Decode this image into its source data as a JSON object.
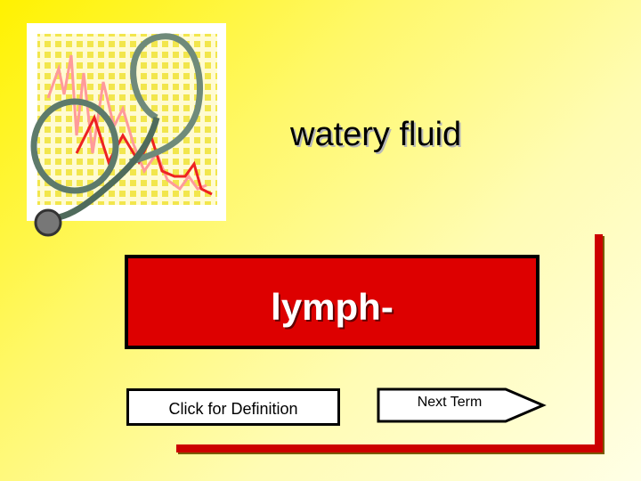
{
  "slide": {
    "definition": "watery fluid",
    "term": "lymph-",
    "definition_button_label": "Click for Definition",
    "next_button_label": "Next Term"
  },
  "colors": {
    "term_box": "#dd0000",
    "frame_accent": "#cc0000",
    "background_start": "#fff200",
    "background_end": "#ffffe6"
  },
  "icons": {
    "clipart": "stethoscope-chart-icon",
    "next": "arrow-right-icon"
  }
}
